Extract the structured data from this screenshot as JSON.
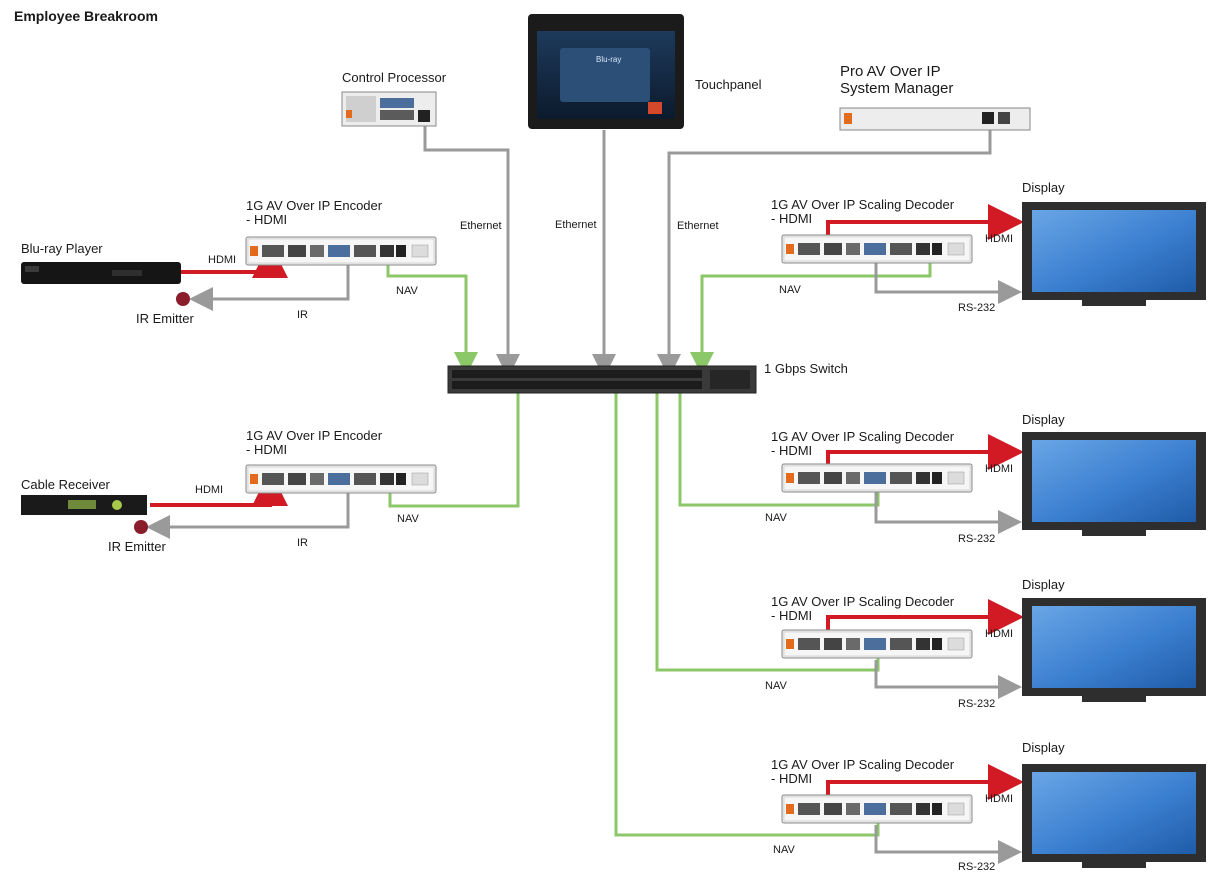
{
  "title": "Employee Breakroom",
  "devices": {
    "control_processor": "Control Processor",
    "touchpanel": "Touchpanel",
    "system_manager_line1": "Pro AV Over IP",
    "system_manager_line2": "System Manager",
    "encoder_1_line1": "1G AV Over IP Encoder",
    "encoder_1_line2": "- HDMI",
    "encoder_2_line1": "1G AV Over IP Encoder",
    "encoder_2_line2": "- HDMI",
    "bluray": "Blu-ray Player",
    "cable_receiver": "Cable Receiver",
    "ir_emitter": "IR Emitter",
    "switch": "1 Gbps Switch",
    "decoder_line1": "1G AV Over IP Scaling Decoder",
    "decoder_line2": "- HDMI",
    "display": "Display"
  },
  "wires": {
    "ethernet": "Ethernet",
    "hdmi": "HDMI",
    "nav": "NAV",
    "ir": "IR",
    "rs232": "RS-232"
  },
  "touchpanel_screen": {
    "source": "Blu-ray"
  },
  "colors": {
    "ethernet": "#9a9a9a",
    "nav": "#8cc76a",
    "hdmi": "#d11a24",
    "display_screen": "#3b7fd0",
    "display_bezel": "#2e2e2e"
  }
}
